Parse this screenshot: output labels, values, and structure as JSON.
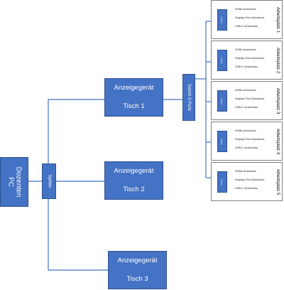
{
  "pc": {
    "label": "Dozenten\nPC"
  },
  "splitter": {
    "label": "Splitter"
  },
  "switch": {
    "label": "Switch 5 Ports"
  },
  "displays": [
    {
      "line1": "Anzeigegerät",
      "line2": "Tisch 1"
    },
    {
      "line1": "Anzeigegerät",
      "line2": "Tisch 2"
    },
    {
      "line1": "Anzeigegerät",
      "line2": "Tisch 3"
    }
  ],
  "workstations": [
    {
      "name": "Arbeitsplatz 1",
      "device": "Laptop",
      "ports": [
        "HDMI-Anschluss",
        "Display-Port-Anschluss",
        "USB-C-Anschluss"
      ]
    },
    {
      "name": "Arbeitsplatz 2",
      "device": "Laptop",
      "ports": [
        "HDMI-Anschluss",
        "Display-Port-Anschluss",
        "USB-C-Anschluss"
      ]
    },
    {
      "name": "Arbeitsplatz 3",
      "device": "Laptop",
      "ports": [
        "HDMI-Anschluss",
        "Display-Port-Anschluss",
        "USB-C-Anschluss"
      ]
    },
    {
      "name": "Arbeitsplatz 4",
      "device": "Laptop",
      "ports": [
        "HDMI-Anschluss",
        "Display-Port-Anschluss",
        "USB-C-Anschluss"
      ]
    },
    {
      "name": "Arbeitsplatz 5",
      "device": "Laptop",
      "ports": [
        "HDMI-Anschluss",
        "Display-Port-Anschluss",
        "USB-C-Anschluss"
      ]
    }
  ],
  "colors": {
    "box_fill": "#4472c4",
    "box_border": "#2f528f",
    "line": "#4472c4"
  }
}
